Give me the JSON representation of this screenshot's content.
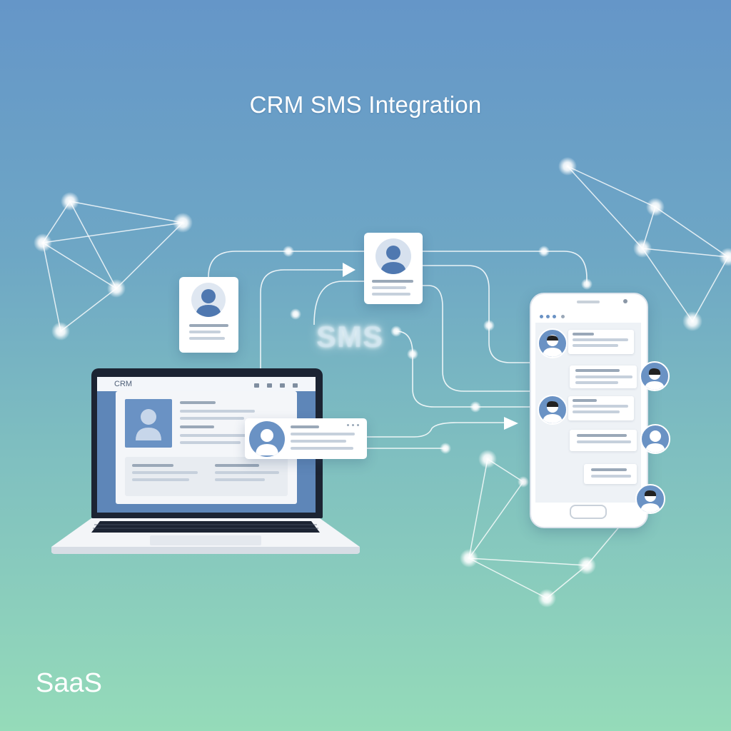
{
  "title": "CRM SMS Integration",
  "brand": "SaaS",
  "sms_label": "SMS",
  "laptop": {
    "app_label": "CRM"
  },
  "colors": {
    "accent_blue": "#6a92c4",
    "avatar_silhouette": "#4f78b0",
    "background_top": "#6596c8",
    "background_bottom": "#95dbb9"
  },
  "icons": [
    "person-avatar-icon",
    "arrow-right-icon",
    "network-node-icon"
  ]
}
